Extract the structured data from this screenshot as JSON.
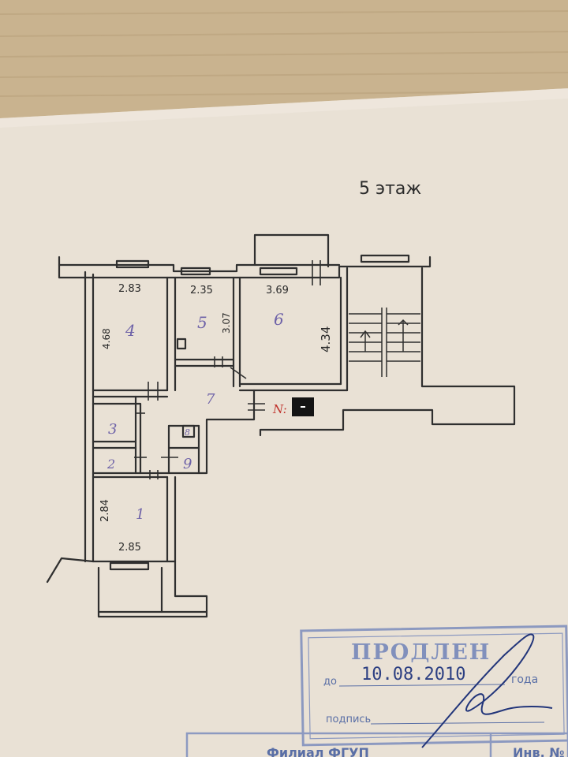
{
  "floor_title": "5 этаж",
  "rooms": [
    {
      "number": "1",
      "width": "2.85",
      "length": "2.84"
    },
    {
      "number": "2"
    },
    {
      "number": "3"
    },
    {
      "number": "4",
      "width": "2.83",
      "length": "4.68"
    },
    {
      "number": "5",
      "width": "2.35",
      "length": "3.07"
    },
    {
      "number": "6",
      "width": "3.69",
      "length": "4.34"
    },
    {
      "number": "7"
    },
    {
      "number": "8"
    },
    {
      "number": "9"
    }
  ],
  "apartment_mark": "N:",
  "stamp": {
    "title": "ПРОДЛЕН",
    "until_label": "до",
    "date": "10.08.2010",
    "year_label": "года",
    "signature_label": "подпись",
    "branch_label": "Филиал ФГУП",
    "inventory_label": "Инв. №"
  },
  "colors": {
    "paper": "#e9e1d5",
    "ink": "#2a2a2a",
    "room_numbers": "#6e62a8",
    "stamp": "#6f82b8",
    "red_mark": "#c0332c",
    "wood": "#cdb894"
  }
}
